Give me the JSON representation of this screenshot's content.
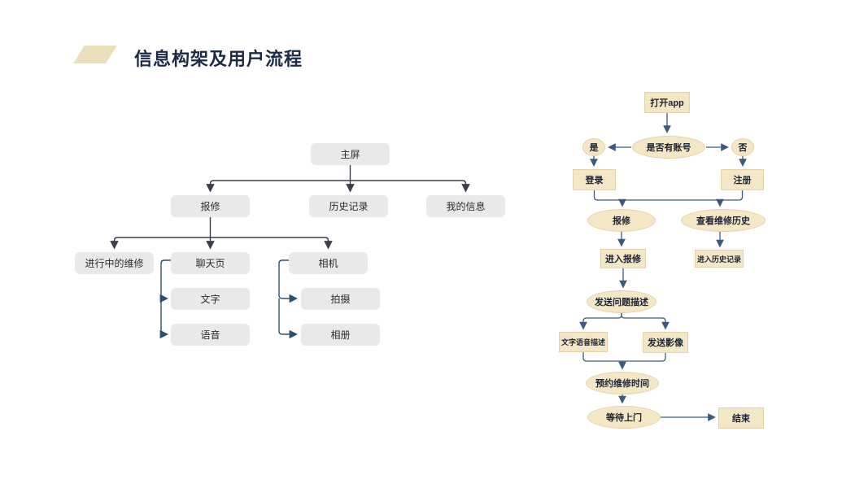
{
  "header": {
    "title": "信息构架及用户流程"
  },
  "sitemap": {
    "nodes": {
      "home": "主屏",
      "repair": "报修",
      "history": "历史记录",
      "my_info": "我的信息",
      "ongoing_repair": "进行中的维修",
      "chat_page": "聊天页",
      "camera": "相机",
      "text": "文字",
      "voice": "语音",
      "shoot": "拍摄",
      "album": "相册"
    }
  },
  "flow": {
    "nodes": {
      "open_app": "打开app",
      "has_account": "是否有账号",
      "yes": "是",
      "no": "否",
      "login": "登录",
      "register": "注册",
      "repair": "报修",
      "view_repair_history": "查看维修历史",
      "enter_repair": "进入报修",
      "enter_history": "进入历史记录",
      "send_problem_desc": "发送问题描述",
      "text_voice_desc": "文字语音描述",
      "send_media": "发送影像",
      "schedule_time": "预约维修时间",
      "wait_visit": "等待上门",
      "end": "结束"
    }
  },
  "colors": {
    "accent_beige": "#eadfba",
    "flow_fill": "#f4e7c5",
    "flow_border": "#e3d2ab",
    "tree_fill": "#e9e9e9",
    "title_navy": "#1c2b4a",
    "tree_line": "#3a3f4a",
    "side_line": "#2f4f72",
    "flow_line": "#3c5a7d"
  }
}
